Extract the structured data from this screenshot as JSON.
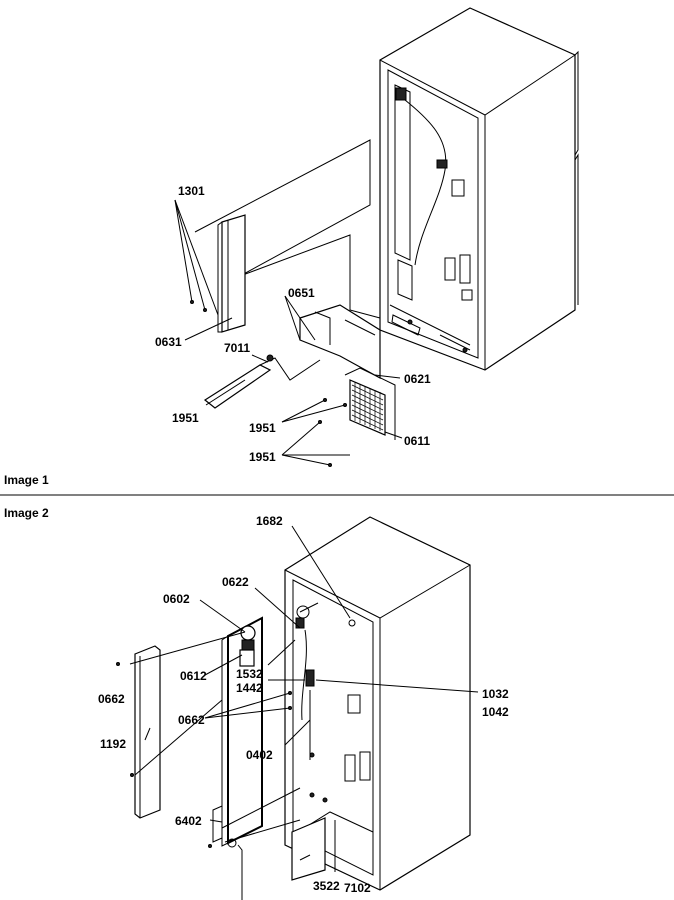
{
  "image1": {
    "caption": "Image 1",
    "callouts": [
      "1301",
      "0651",
      "0631",
      "7011",
      "0621",
      "1951",
      "1951",
      "0611",
      "1951"
    ]
  },
  "image2": {
    "caption": "Image 2",
    "callouts": [
      "1682",
      "0622",
      "0602",
      "0662",
      "0612",
      "1532",
      "1442",
      "1032",
      "1042",
      "0662",
      "1192",
      "0402",
      "6402",
      "3522",
      "7102"
    ]
  }
}
